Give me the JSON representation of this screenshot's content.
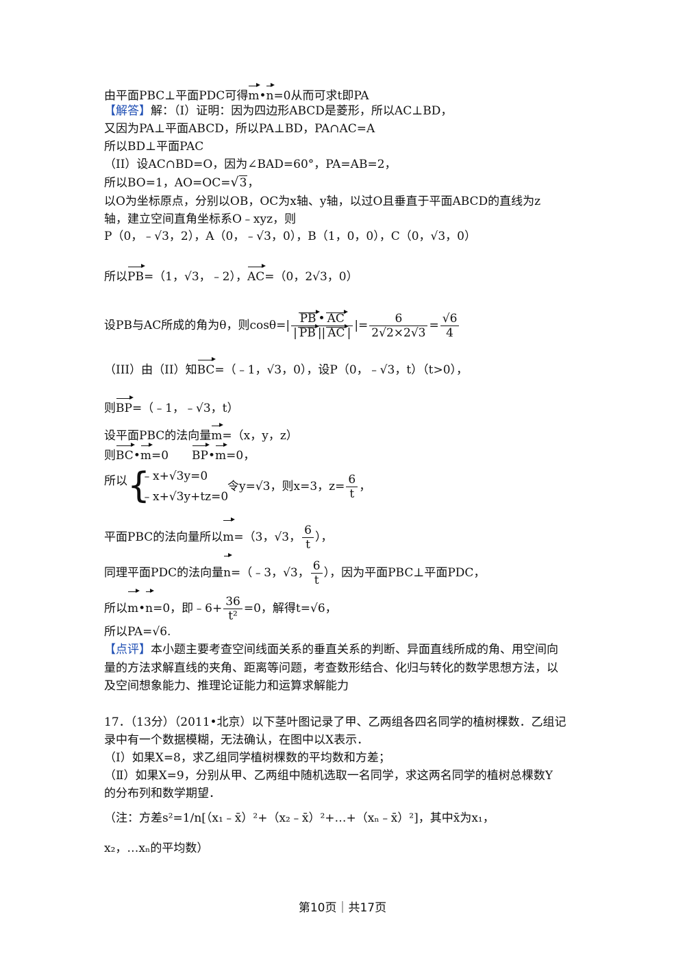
{
  "lines": {
    "l1a": "由平面PBC⊥平面PDC可得",
    "l1b": "=0从而可求t即PA",
    "tag_solve": "【解答】",
    "l2": "解：（I）证明：因为四边形ABCD是菱形，所以AC⊥BD，",
    "l3": "又因为PA⊥平面ABCD，所以PA⊥BD，PA∩AC=A",
    "l4": "所以BD⊥平面PAC",
    "l5": "（II）设AC∩BD=O，因为∠BAD=60°，PA=AB=2，",
    "l6": "所以BO=1，AO=OC=",
    "l7": "以O为坐标原点，分别以OB，OC为x轴、y轴，以过O且垂直于平面ABCD的直线为z",
    "l8": "轴，建立空间直角坐标系O﹣xyz，则",
    "l9": "P（0，﹣√3，2），A（0，﹣√3，0），B（1，0，0），C（0，√3，0）",
    "l10": "所以",
    "l10b": "=（1，√3，﹣2），",
    "l10c": "=（0，2√3，0）",
    "l11": "设PB与AC所成的角为θ，则cosθ=|",
    "l12a": "（III）由（II）知",
    "l12b": "=（﹣1，√3，0），设P（0，﹣√3，t）（t>0），",
    "l13a": "则",
    "l13b": "=（﹣1，﹣√3，t）",
    "l14": "设平面PBC的法向量",
    "l14b": "=（x，y，z）",
    "l15": "则",
    "l16": "所以",
    "sys1": "﹣x+√3y=0",
    "sys2": "﹣x+√3y+tz=0",
    "l16b": "令y=√3，则x=3，z=",
    "l17": "平面PBC的法向量所以",
    "l18": "同理平面PDC的法向量",
    "l18c": "，因为平面PBC⊥平面PDC，",
    "l19": "所以",
    "l19b": "=0，即﹣6+",
    "l19c": "=0，解得t=√6，",
    "l20": "所以PA=√6.",
    "tag_comment": "【点评】",
    "l21": "本小题主要考查空间线面关系的垂直关系的判断、异面直线所成的角、用空间向",
    "l22": "量的方法求解直线的夹角、距离等问题，考查数形结合、化归与转化的数学思想方法，以",
    "l23": "及空间想象能力、推理论证能力和运算求解能力",
    "q17a": "17．（13分）（2011•北京）以下茎叶图记录了甲、乙两组各四名同学的植树棵数．乙组记",
    "q17b": "录中有一个数据模糊，无法确认，在图中以X表示．",
    "q17c": "（Ⅰ）如果X=8，求乙组同学植树棵数的平均数和方差；",
    "q17d": "（Ⅱ）如果X=9，分别从甲、乙两组中随机选取一名同学，求这两名同学的植树总棵数Y",
    "q17e": "的分布列和数学期望．",
    "q17f": "（注：方差s²=1/n[（x₁﹣x̄）²+（x₂﹣x̄）²+…+（xₙ﹣x̄）²]，其中x̄为x₁，",
    "q17g": "x₂，…xₙ的平均数）"
  },
  "footer": "第10页｜共17页"
}
